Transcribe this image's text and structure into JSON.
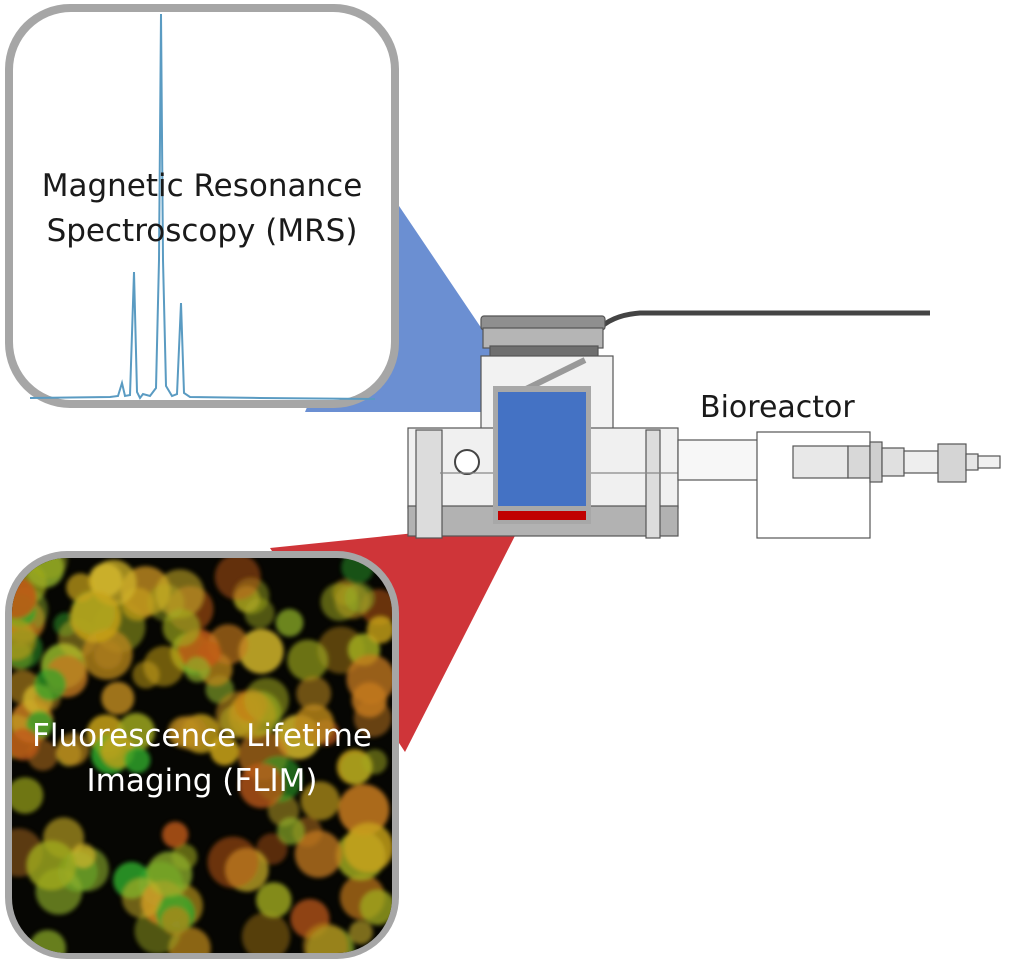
{
  "labels": {
    "mrs": [
      "Magnetic Resonance",
      "Spectroscopy (MRS)"
    ],
    "flim": [
      "Fluorescence Lifetime",
      "Imaging (FLIM)"
    ],
    "bioreactor": "Bioreactor"
  },
  "colors": {
    "mrs_beam": "#5b83cd",
    "flim_beam": "#cc2a2e",
    "sample_blue": "#4472c4",
    "sample_red": "#c00000",
    "panel_border": "#a6a6a6",
    "spectrum_line": "#5a9bc2"
  }
}
